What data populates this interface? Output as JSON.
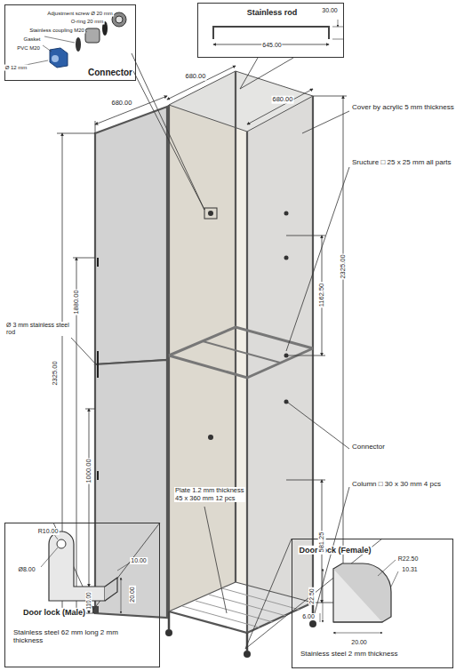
{
  "diagram": {
    "nodes": [
      {
        "text": [
          "Connector",
          "Adjustment screw Ø 20 mm",
          "O-ring 20 mm",
          "Stainless coupling M20",
          "Gasket",
          "PVC M20",
          "Ø 12 mm"
        ]
      },
      {
        "text": [
          "Stainless rod",
          "30.00",
          "645.00"
        ]
      },
      {
        "text": [
          "Door lock (Male)",
          "R10.00",
          "Ø8.00",
          "10.00",
          "20.00",
          "Stainless steel 62 mm long 2 mm thickness"
        ]
      },
      {
        "text": [
          "Door lock (Female)",
          "R22.50",
          "10.31",
          "22.50",
          "6.00",
          "20.00",
          "Stainless steel 2 mm thickness"
        ]
      }
    ],
    "labels": [
      "680.00",
      "680.00",
      "680.00",
      "2325.00",
      "1880.00",
      "1000.00",
      "110.00",
      "Ø 3 mm stainless steel rod",
      "1162.50",
      "2325.00",
      "581.25",
      "Cover by acrylic 5 mm thickness",
      "Sructure □ 25 x 25 mm all parts",
      "Connector",
      "Column □ 30 x 30 mm 4 pcs",
      "Plate 1.2 mm thickness 45 x 360 mm 12 pcs"
    ]
  }
}
